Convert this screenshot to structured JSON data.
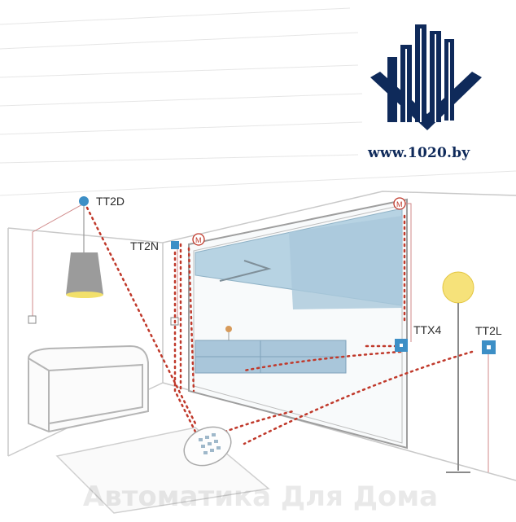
{
  "logo": {
    "url": "www.1020.by",
    "icon": "building-logo-icon",
    "color": "#0f2a5a"
  },
  "devices": {
    "tt2d": "TT2D",
    "tt2n": "TT2N",
    "ttx4": "TTX4",
    "tt2l": "TT2L",
    "motor": "M"
  },
  "watermark": "Автоматика Для Дома",
  "colors": {
    "signal": "#c0392b",
    "panel": "#3d8fc6",
    "blind": "#b7d3e3"
  }
}
